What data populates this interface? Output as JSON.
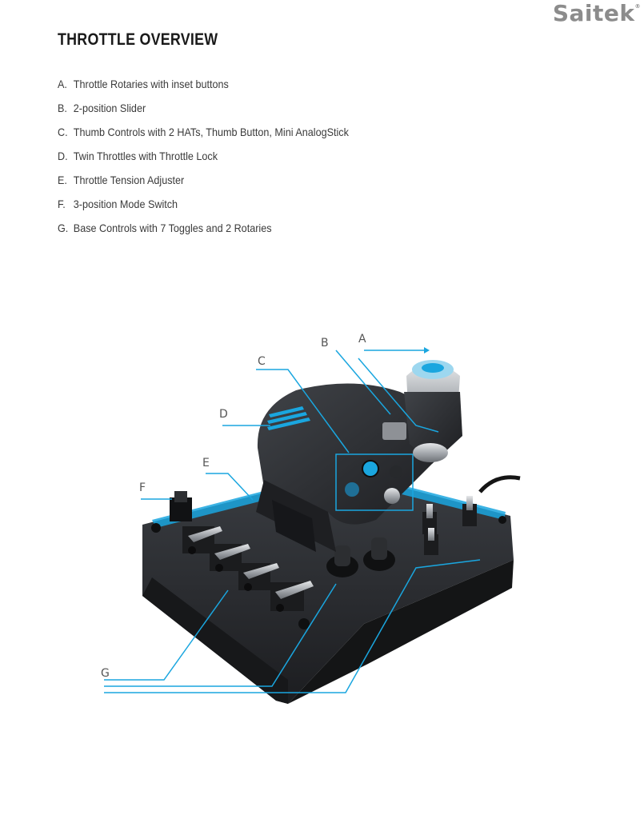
{
  "brand": "Saitek",
  "brand_mark": "®",
  "title": "THROTTLE OVERVIEW",
  "items": [
    {
      "letter": "A.",
      "text": "Throttle Rotaries with inset buttons"
    },
    {
      "letter": "B.",
      "text": "2-position Slider"
    },
    {
      "letter": "C.",
      "text": "Thumb Controls with 2 HATs, Thumb Button, Mini AnalogStick"
    },
    {
      "letter": "D.",
      "text": "Twin Throttles with Throttle Lock"
    },
    {
      "letter": "E.",
      "text": "Throttle Tension Adjuster"
    },
    {
      "letter": "F.",
      "text": "3-position Mode Switch"
    },
    {
      "letter": "G.",
      "text": "Base Controls with 7 Toggles and 2 Rotaries"
    }
  ],
  "callouts": {
    "a": "A",
    "b": "B",
    "c": "C",
    "d": "D",
    "e": "E",
    "f": "F",
    "g": "G"
  },
  "colors": {
    "accent": "#1aa6df",
    "body": "#2b2d30",
    "text": "#3a3a3a",
    "brand": "#8c8c8c"
  }
}
